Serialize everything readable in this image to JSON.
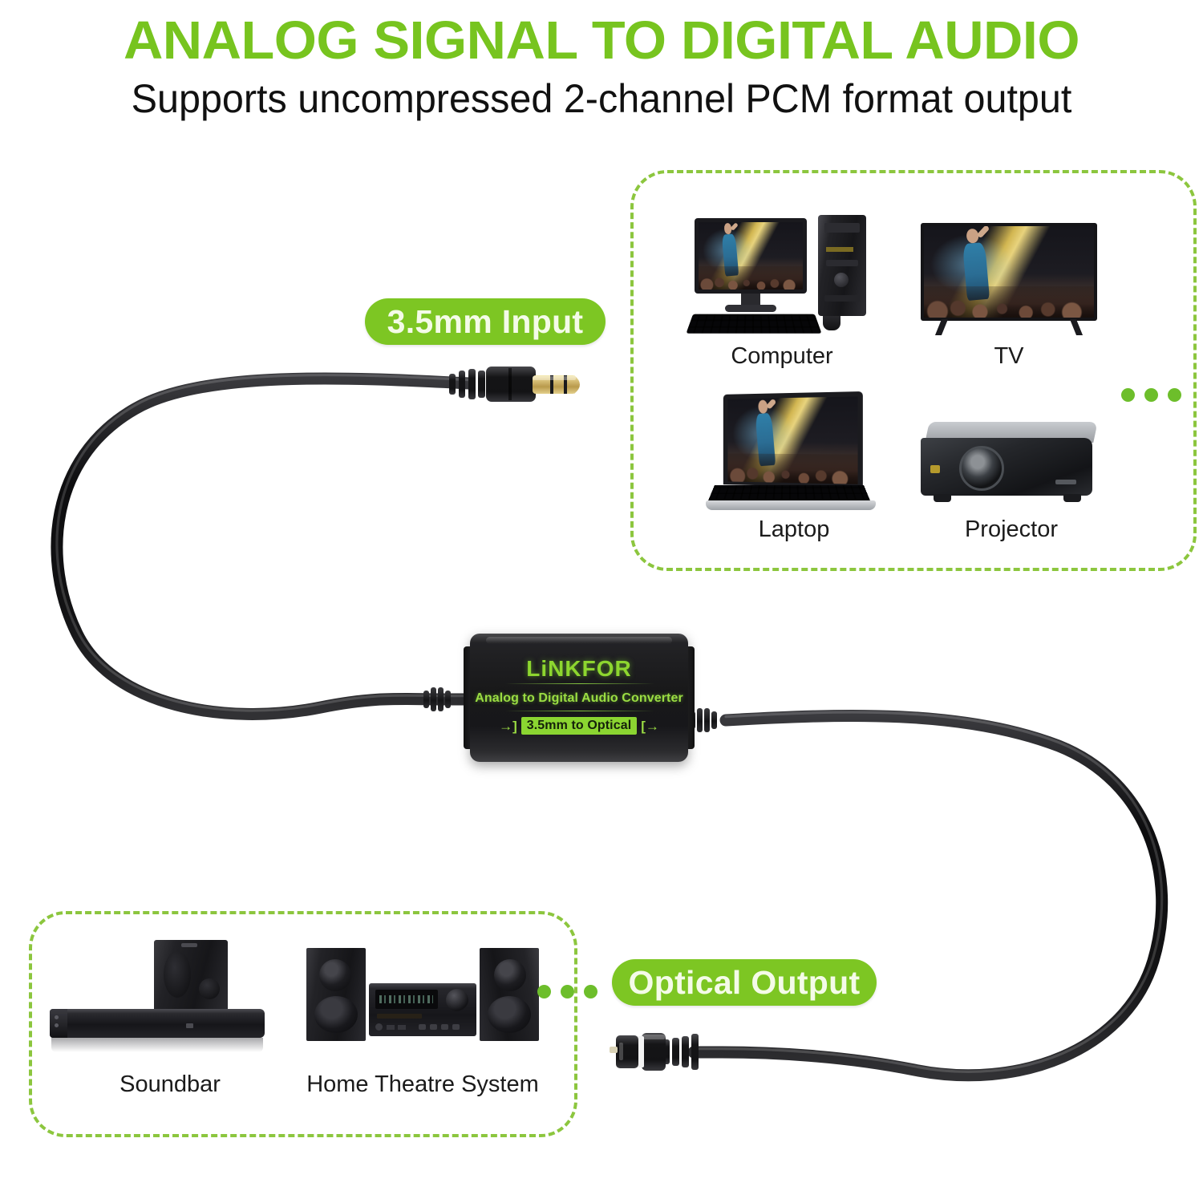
{
  "header": {
    "title": "ANALOG SIGNAL TO DIGITAL AUDIO",
    "subtitle": "Supports uncompressed 2-channel PCM format output",
    "title_color": "#77C41F",
    "subtitle_color": "#111111"
  },
  "badges": {
    "input": "3.5mm Input",
    "output": "Optical Output",
    "badge_bg_color": "#7DC623",
    "badge_text_color": "#F4FBE8"
  },
  "converter": {
    "brand": "LiNKFOR",
    "description": "Analog to Digital Audio Converter",
    "mode_chip": "3.5mm to Optical",
    "arrow_in": "→]",
    "arrow_out": "[→",
    "accent_color": "#8BD531"
  },
  "source_panel": {
    "border_color": "#8CC63E",
    "more_indicator": "3-dots",
    "devices": [
      {
        "label": "Computer",
        "icon": "desktop-computer-icon"
      },
      {
        "label": "TV",
        "icon": "television-icon"
      },
      {
        "label": "Laptop",
        "icon": "laptop-icon"
      },
      {
        "label": "Projector",
        "icon": "projector-icon"
      }
    ]
  },
  "output_panel": {
    "border_color": "#8CC63E",
    "more_indicator": "3-dots",
    "devices": [
      {
        "label": "Soundbar",
        "icon": "soundbar-icon"
      },
      {
        "label": "Home Theatre System",
        "icon": "home-theatre-icon"
      }
    ]
  },
  "cables": {
    "input_cable": "3.5mm-aux-cable",
    "input_plug": "3.5mm-trs-plug-icon",
    "output_cable": "toslink-optical-cable",
    "output_plug": "toslink-plug-icon",
    "cable_color": "#121214"
  }
}
